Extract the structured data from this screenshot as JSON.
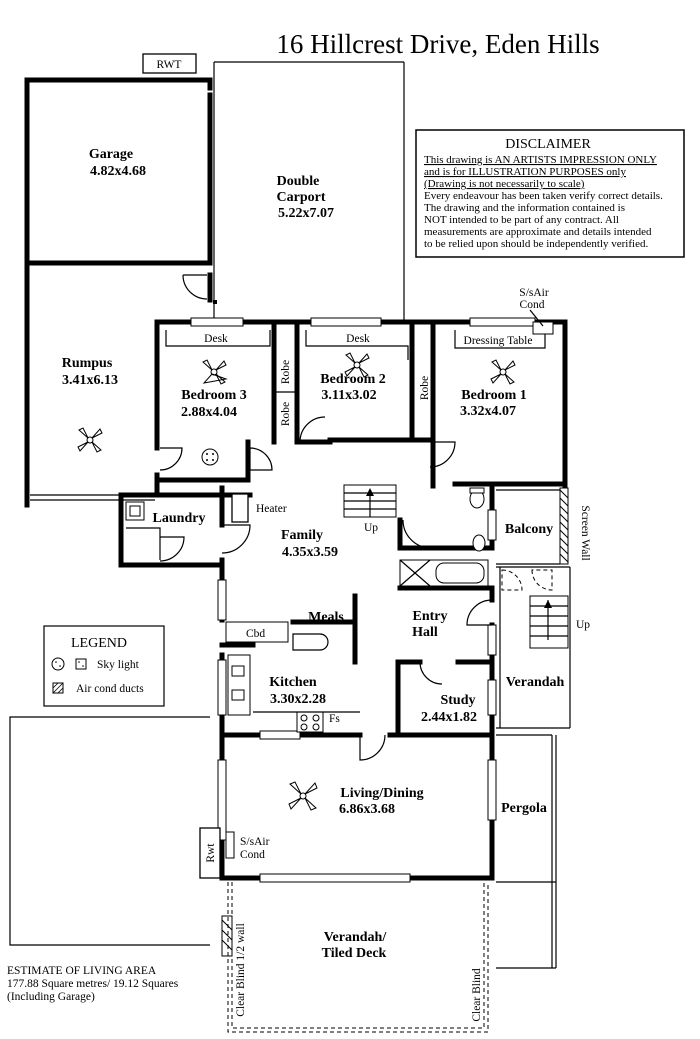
{
  "title": "16 Hillcrest Drive, Eden Hills",
  "disclaimer": {
    "heading": "DISCLAIMER",
    "lines": [
      "This drawing is AN ARTISTS IMPRESSION ONLY",
      "and is for ILLUSTRATION PURPOSES only",
      "(Drawing is not necessarily to scale)",
      "Every endeavour has been taken verify correct details.",
      "The drawing and the information contained is",
      "NOT intended to be part of any contract.  All",
      "measurements are approximate and details intended",
      "to be relied upon should be independently verified."
    ]
  },
  "rooms": {
    "garage": {
      "name": "Garage",
      "size": "4.82x4.68"
    },
    "carport": {
      "name1": "Double",
      "name2": "Carport",
      "size": "5.22x7.07"
    },
    "rumpus": {
      "name": "Rumpus",
      "size": "3.41x6.13"
    },
    "bedroom3": {
      "name": "Bedroom 3",
      "size": "2.88x4.04"
    },
    "bedroom2": {
      "name": "Bedroom 2",
      "size": "3.11x3.02"
    },
    "bedroom1": {
      "name": "Bedroom 1",
      "size": "3.32x4.07"
    },
    "laundry": {
      "name": "Laundry"
    },
    "family": {
      "name": "Family",
      "size": "4.35x3.59"
    },
    "balcony": {
      "name": "Balcony"
    },
    "meals": {
      "name": "Meals"
    },
    "entry": {
      "name1": "Entry",
      "name2": "Hall"
    },
    "kitchen": {
      "name": "Kitchen",
      "size": "3.30x2.28"
    },
    "study": {
      "name": "Study",
      "size": "2.44x1.82"
    },
    "verandah": {
      "name": "Verandah"
    },
    "living": {
      "name": "Living/Dining",
      "size": "6.86x3.68"
    },
    "pergola": {
      "name": "Pergola"
    },
    "deck": {
      "name1": "Verandah/",
      "name2": "Tiled Deck"
    }
  },
  "labels": {
    "rwt": "RWT",
    "rwt_side": "Rwt",
    "desk": "Desk",
    "robe": "Robe",
    "dressing": "Dressing Table",
    "ssair1": "S/sAir",
    "cond": "Cond",
    "heater": "Heater",
    "up": "Up",
    "screen_wall": "Screen Wall",
    "cbd": "Cbd",
    "fs": "Fs",
    "clear_blind_half": "Clear Blind 1/2 wall",
    "clear_blind": "Clear Blind"
  },
  "legend": {
    "heading": "LEGEND",
    "items": [
      {
        "icon": "sky-light-icon",
        "label": "Sky light"
      },
      {
        "icon": "air-cond-duct-icon",
        "label": "Air cond ducts"
      }
    ]
  },
  "estimate": {
    "line1": "ESTIMATE OF LIVING AREA",
    "line2": "177.88 Square metres/  19.12 Squares",
    "line3": "(Including Garage)"
  }
}
